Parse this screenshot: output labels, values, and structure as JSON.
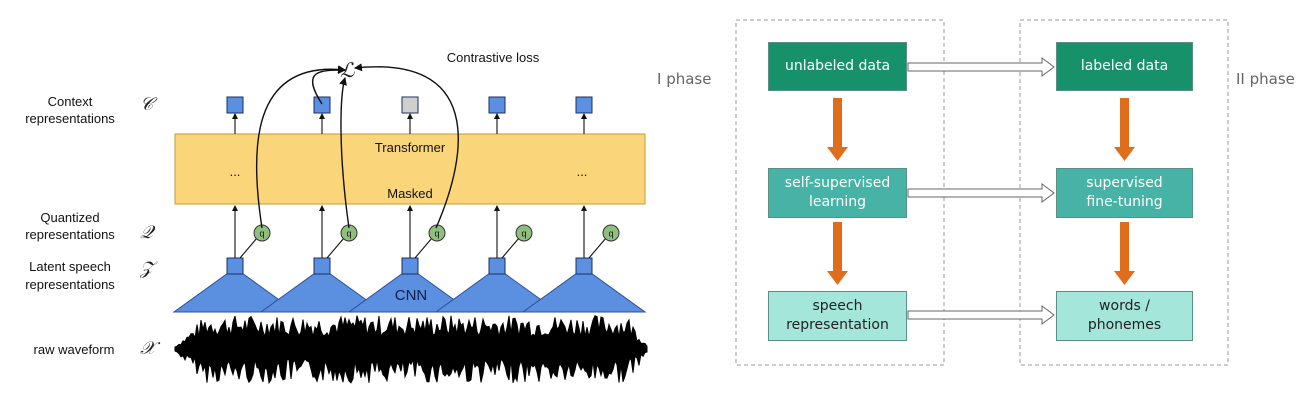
{
  "left_diagram": {
    "title": "Contrastive loss",
    "loss_symbol": "ℒ",
    "rows": {
      "context": {
        "label_line1": "Context",
        "label_line2": "representations",
        "symbol": "𝒞"
      },
      "quantized": {
        "label_line1": "Quantized",
        "label_line2": "representations",
        "symbol": "𝒬"
      },
      "latent": {
        "label_line1": "Latent speech",
        "label_line2": "representations",
        "symbol": "𝒵"
      },
      "raw": {
        "label_line1": "raw waveform",
        "symbol": "𝒳"
      }
    },
    "transformer": {
      "top_label": "Transformer",
      "bottom_label": "Masked",
      "ellipsis_left": "...",
      "ellipsis_right": "..."
    },
    "q_label": "q",
    "cnn_label": "CNN",
    "colors": {
      "block": "#fbd57a",
      "node": "#5b8fe0",
      "masked_node": "#cfcfcf",
      "q": "#8fbf7f"
    }
  },
  "right_diagram": {
    "phase1": "I phase",
    "phase2": "II phase",
    "col1": {
      "top": "unlabeled data",
      "mid_line1": "self-supervised",
      "mid_line2": "learning",
      "bot_line1": "speech",
      "bot_line2": "representation"
    },
    "col2": {
      "top": "labeled data",
      "mid_line1": "supervised",
      "mid_line2": "fine-tuning",
      "bot_line1": "words /",
      "bot_line2": "phonemes"
    },
    "colors": {
      "dark": "#17916a",
      "medium": "#47b3a6",
      "light": "#a4e6d9",
      "arrow": "#e06d1c",
      "border": "#999999"
    }
  }
}
